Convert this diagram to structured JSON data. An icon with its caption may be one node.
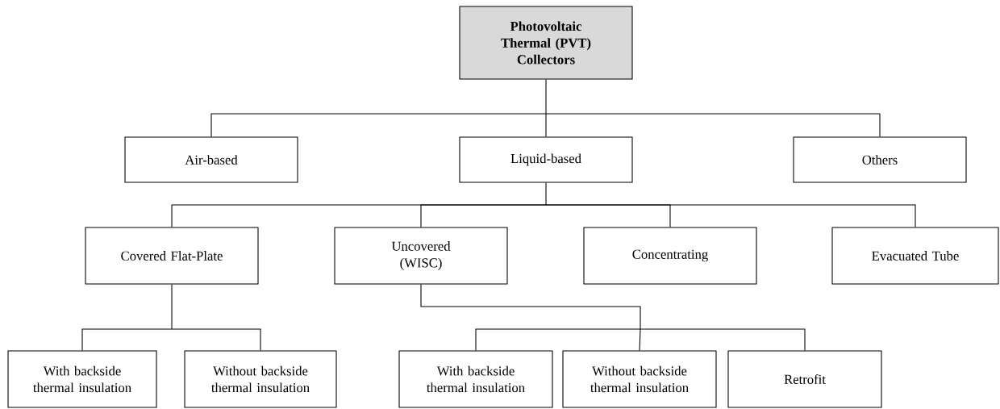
{
  "diagram": {
    "nodes": [
      {
        "text": [
          "Photovoltaic Thermal (PVT) Collectors"
        ]
      },
      {
        "text": [
          "Air-based"
        ]
      },
      {
        "text": [
          "Liquid-based"
        ]
      },
      {
        "text": [
          "Others"
        ]
      },
      {
        "text": [
          "Covered Flat-Plate"
        ]
      },
      {
        "text": [
          "Uncovered (WISC)"
        ]
      },
      {
        "text": [
          "Concentrating"
        ]
      },
      {
        "text": [
          "Evacuated Tube"
        ]
      },
      {
        "text": [
          "With backside thermal insulation"
        ]
      },
      {
        "text": [
          "Without backside thermal insulation"
        ]
      },
      {
        "text": [
          "With backside thermal insulation"
        ]
      },
      {
        "text": [
          "Without backside thermal insulation"
        ]
      },
      {
        "text": [
          "Retrofit"
        ]
      }
    ],
    "edges": [
      {
        "from": 0,
        "to": 1,
        "arrow": "none"
      },
      {
        "from": 0,
        "to": 2,
        "arrow": "none"
      },
      {
        "from": 0,
        "to": 3,
        "arrow": "none"
      },
      {
        "from": 2,
        "to": 4,
        "arrow": "none"
      },
      {
        "from": 2,
        "to": 5,
        "arrow": "none"
      },
      {
        "from": 2,
        "to": 6,
        "arrow": "none"
      },
      {
        "from": 2,
        "to": 7,
        "arrow": "none"
      },
      {
        "from": 4,
        "to": 8,
        "arrow": "none"
      },
      {
        "from": 4,
        "to": 9,
        "arrow": "none"
      },
      {
        "from": 5,
        "to": 10,
        "arrow": "none"
      },
      {
        "from": 5,
        "to": 11,
        "arrow": "none"
      },
      {
        "from": 5,
        "to": 12,
        "arrow": "none"
      }
    ]
  }
}
